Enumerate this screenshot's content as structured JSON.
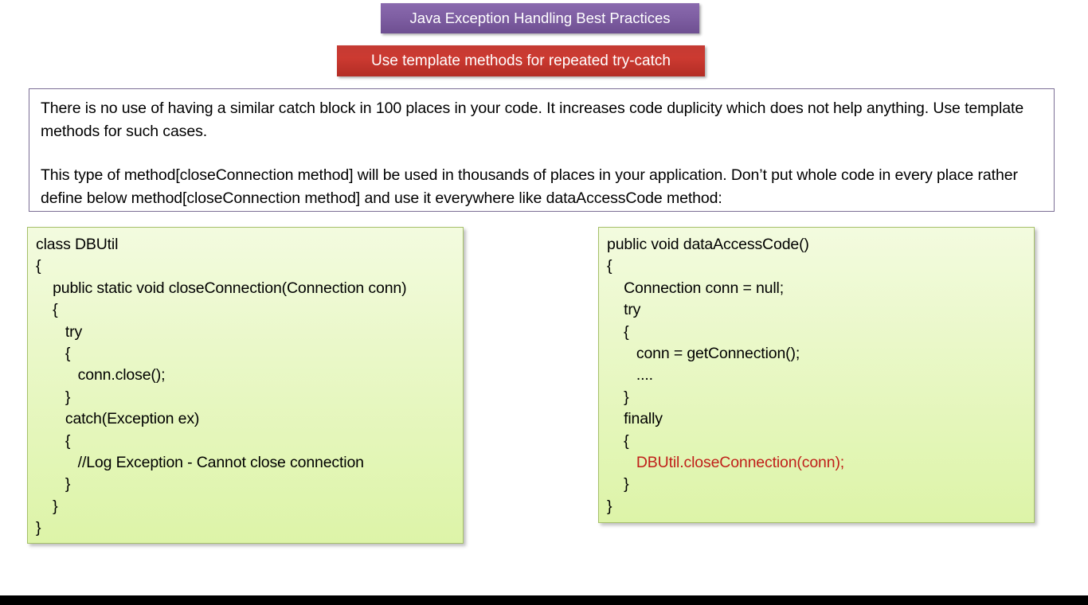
{
  "slide": {
    "title_banner": "Java Exception Handling Best Practices",
    "subtitle_banner": "Use template methods for repeated try-catch",
    "colors": {
      "title_banner_bg": "#7f5fa3",
      "subtitle_banner_bg": "#cc3a31",
      "code_box_bg": "#eaf8c9",
      "code_box_border": "#a6c06a",
      "text_box_border": "#7b6e95",
      "accent_code_text": "#c0201a",
      "bottom_bar": "#000000"
    }
  },
  "description": {
    "paragraph1": "There is no use of having a similar catch block in 100 places in your code. It increases code duplicity which does not help anything. Use template methods for such cases.",
    "paragraph2": "This type of method[closeConnection method] will be used in thousands of places in your application. Don’t put whole code in every place rather define below method[closeConnection method] and use it everywhere like dataAccessCode method:"
  },
  "code_left": {
    "lines": [
      "class DBUtil",
      "{",
      "    public static void closeConnection(Connection conn)",
      "    {",
      "       try",
      "       {",
      "          conn.close();",
      "       }",
      "       catch(Exception ex)",
      "       {",
      "          //Log Exception - Cannot close connection",
      "       }",
      "    }",
      "}"
    ]
  },
  "code_right": {
    "lines": [
      {
        "text": "public void dataAccessCode()",
        "accent": false
      },
      {
        "text": "{",
        "accent": false
      },
      {
        "text": "    Connection conn = null;",
        "accent": false
      },
      {
        "text": "    try",
        "accent": false
      },
      {
        "text": "    {",
        "accent": false
      },
      {
        "text": "       conn = getConnection();",
        "accent": false
      },
      {
        "text": "       ....",
        "accent": false
      },
      {
        "text": "    }",
        "accent": false
      },
      {
        "text": "    finally",
        "accent": false
      },
      {
        "text": "    {",
        "accent": false
      },
      {
        "text": "       DBUtil.closeConnection(conn);",
        "accent": true
      },
      {
        "text": "    }",
        "accent": false
      },
      {
        "text": "}",
        "accent": false
      }
    ]
  }
}
